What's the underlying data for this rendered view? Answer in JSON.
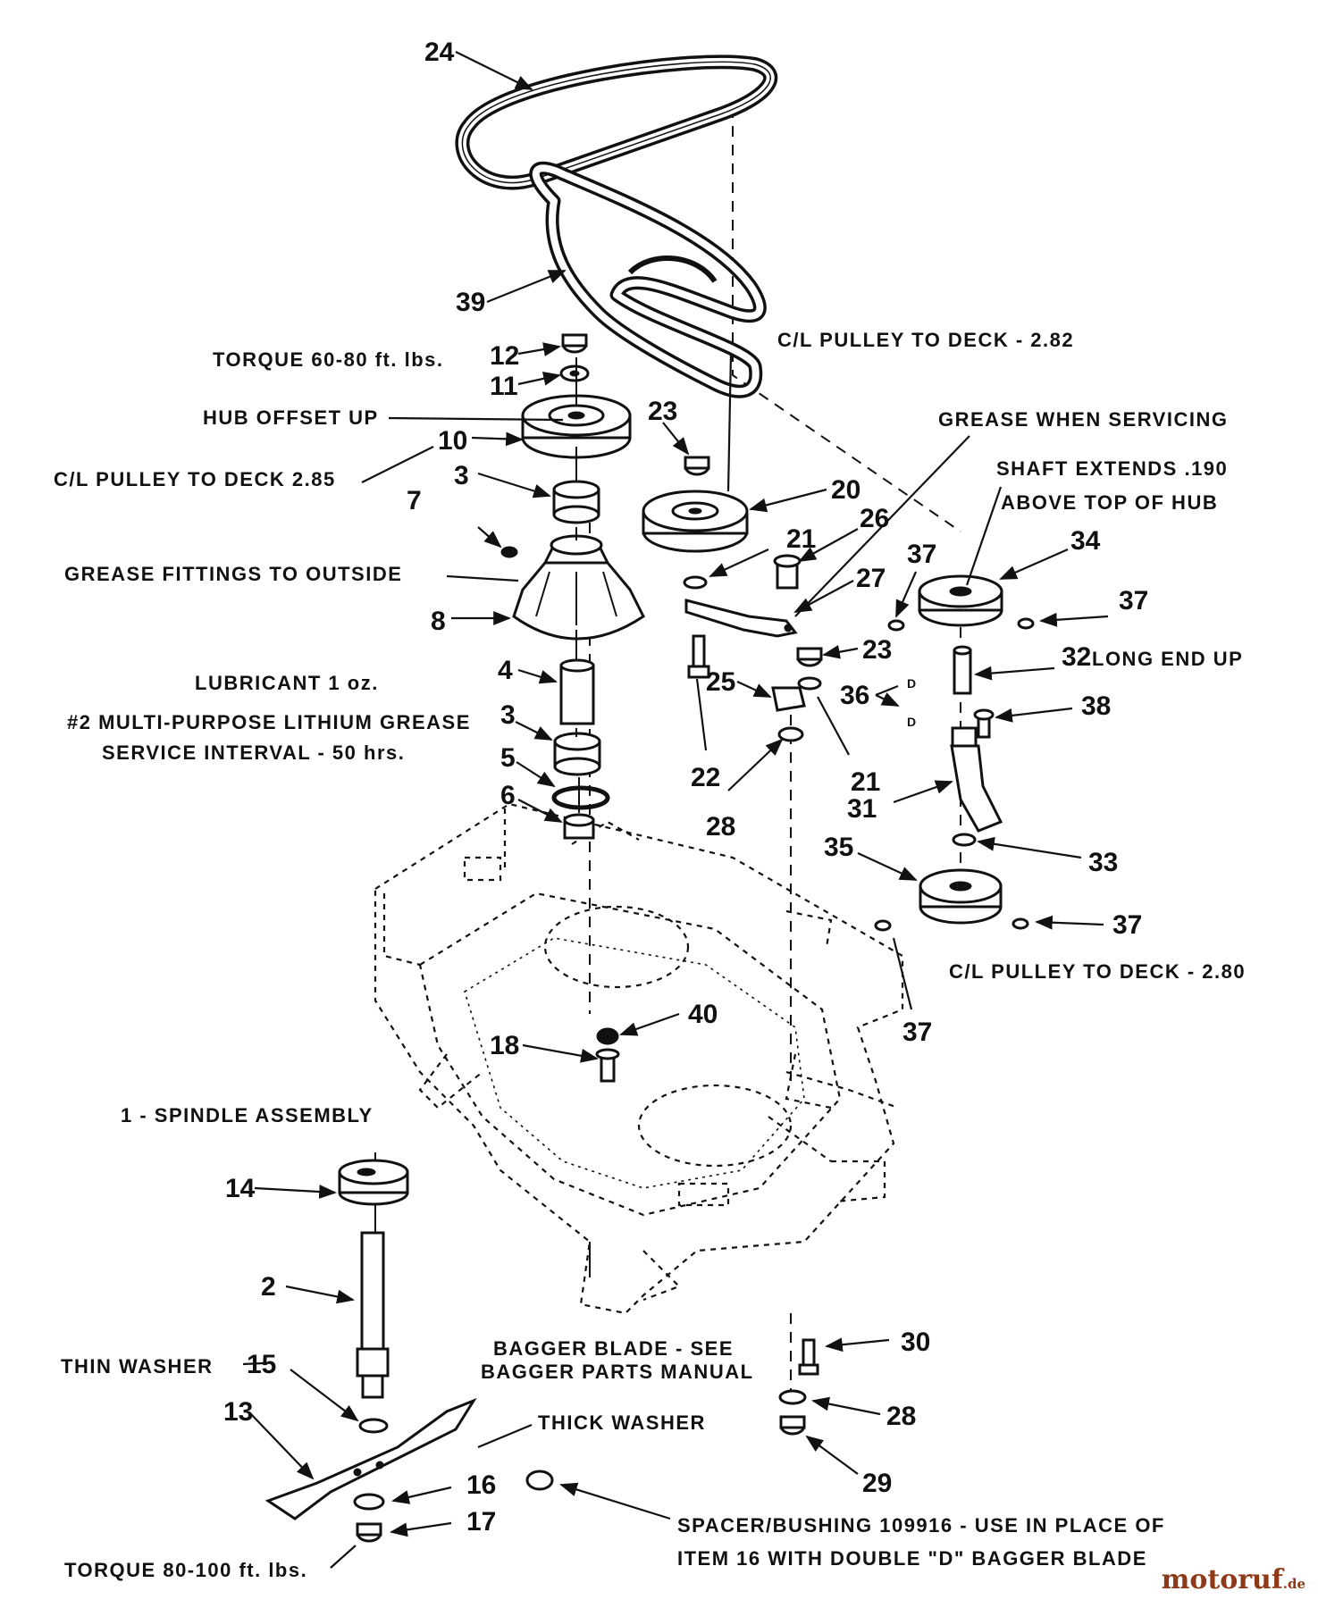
{
  "diagram": {
    "callouts": {
      "c24": "24",
      "c39": "39",
      "c12": "12",
      "c11": "11",
      "c10": "10",
      "c3a": "3",
      "c7": "7",
      "c8": "8",
      "c4": "4",
      "c3b": "3",
      "c5": "5",
      "c6": "6",
      "c23a": "23",
      "c20": "20",
      "c21a": "21",
      "c26": "26",
      "c27": "27",
      "c37a": "37",
      "c34": "34",
      "c37b": "37",
      "c23b": "23",
      "c32": "32",
      "c25": "25",
      "c36": "36",
      "c38": "38",
      "c22": "22",
      "c21b": "21",
      "c28a": "28",
      "c31": "31",
      "c35": "35",
      "c33": "33",
      "c37c": "37",
      "c37d": "37",
      "c40": "40",
      "c18": "18",
      "c14": "14",
      "c2": "2",
      "c15": "15",
      "c13": "13",
      "c16": "16",
      "c17": "17",
      "c30": "30",
      "c28b": "28",
      "c29": "29"
    },
    "notes": {
      "torque_60_80": "TORQUE 60-80 ft. lbs.",
      "hub_offset_up": "HUB OFFSET UP",
      "cl_pulley_285": "C/L PULLEY TO DECK 2.85",
      "grease_fittings": "GREASE FITTINGS TO OUTSIDE",
      "lubricant": "LUBRICANT 1 oz.",
      "lithium": "#2 MULTI-PURPOSE LITHIUM GREASE",
      "service_interval": "SERVICE INTERVAL - 50 hrs.",
      "cl_pulley_282": "C/L PULLEY TO DECK - 2.82",
      "grease_servicing": "GREASE WHEN SERVICING",
      "shaft_extends_1": "SHAFT EXTENDS .190",
      "shaft_extends_2": "ABOVE TOP OF HUB",
      "long_end_up": "LONG END UP",
      "cl_pulley_280": "C/L PULLEY TO DECK - 2.80",
      "spindle_assembly": "1 - SPINDLE ASSEMBLY",
      "thin_washer": "THIN WASHER",
      "bagger_1": "BAGGER BLADE - SEE",
      "bagger_2": "BAGGER PARTS MANUAL",
      "thick_washer": "THICK WASHER",
      "torque_80_100": "TORQUE 80-100 ft. lbs.",
      "spacer_1": "SPACER/BUSHING 109916 - USE IN PLACE OF",
      "spacer_2": "ITEM 16 WITH DOUBLE \"D\" BAGGER BLADE",
      "d_mark_1": "D",
      "d_mark_2": "D"
    },
    "watermark": {
      "name": "motoruf",
      "suffix": ".de"
    }
  }
}
